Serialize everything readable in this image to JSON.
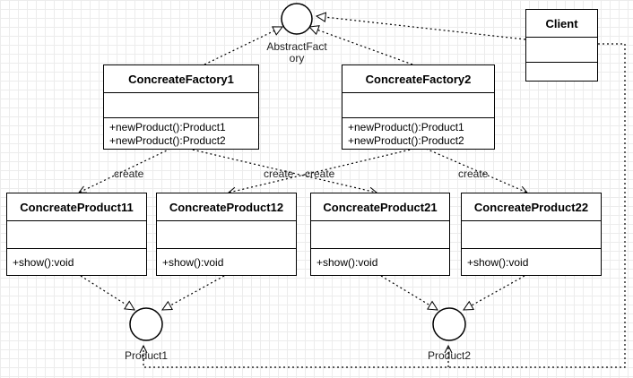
{
  "classes": {
    "factory1": {
      "name": "ConcreateFactory1",
      "operations": [
        "+newProduct():Product1",
        "+newProduct():Product2"
      ]
    },
    "factory2": {
      "name": "ConcreateFactory2",
      "operations": [
        "+newProduct():Product1",
        "+newProduct():Product2"
      ]
    },
    "client": {
      "name": "Client"
    },
    "product11": {
      "name": "ConcreateProduct11",
      "operations": [
        "+show():void"
      ]
    },
    "product12": {
      "name": "ConcreateProduct12",
      "operations": [
        "+show():void"
      ]
    },
    "product21": {
      "name": "ConcreateProduct21",
      "operations": [
        "+show():void"
      ]
    },
    "product22": {
      "name": "ConcreateProduct22",
      "operations": [
        "+show():void"
      ]
    }
  },
  "interfaces": {
    "abstract_factory": {
      "name_line1": "AbstractFact",
      "name_line2": "ory"
    },
    "product1": {
      "name": "Product1"
    },
    "product2": {
      "name": "Product2"
    }
  },
  "edge_labels": {
    "f1_to_p11": "create",
    "f1_to_p21": "create",
    "f2_to_p12": "create",
    "f2_to_p22": "create"
  }
}
